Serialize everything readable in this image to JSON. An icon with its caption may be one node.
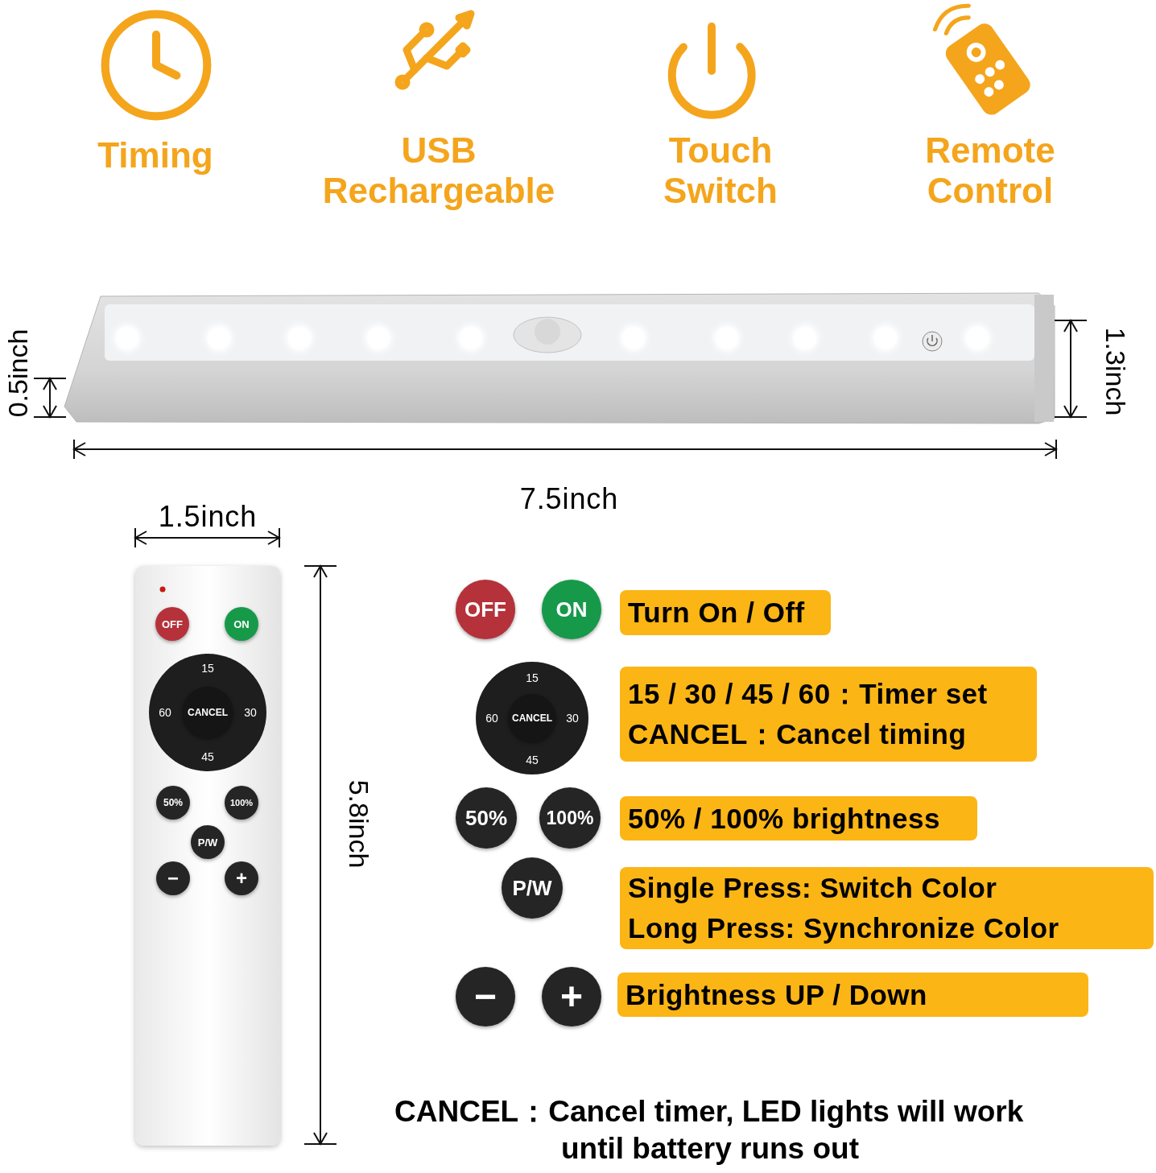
{
  "diagram": {
    "nodes": [
      {
        "text": [],
        "shape": "box"
      },
      {
        "text": [
          "OFF"
        ],
        "in": 0
      },
      {
        "text": [
          "ON"
        ],
        "in": 0
      },
      {
        "text": [
          "15",
          "60",
          "30",
          "45"
        ],
        "in": 0
      },
      {
        "text": [
          "CANCEL"
        ],
        "in": 3
      },
      {
        "text": [
          "50%"
        ],
        "in": 0
      },
      {
        "text": [
          "100%"
        ],
        "in": 0
      },
      {
        "text": [
          "P/W"
        ],
        "in": 0
      },
      {
        "text": [
          "−"
        ],
        "in": 0
      },
      {
        "text": [
          "+"
        ],
        "in": 0
      },
      {
        "text": [
          "OFF"
        ]
      },
      {
        "text": [
          "ON"
        ]
      },
      {
        "text": [
          "Turn On / Off"
        ]
      },
      {
        "text": [
          "15",
          "60",
          "30",
          "45"
        ]
      },
      {
        "text": [
          "CANCEL"
        ],
        "in": 13
      },
      {
        "text": [
          "15 / 30 / 45 / 60：Timer set",
          "CANCEL：Cancel timing"
        ]
      },
      {
        "text": [
          "50%"
        ]
      },
      {
        "text": [
          "100%"
        ]
      },
      {
        "text": [
          "50% / 100% brightness"
        ]
      },
      {
        "text": [
          "P/W"
        ]
      },
      {
        "text": [
          "Single Press: Switch Color",
          "Long Press: Synchronize Color"
        ]
      },
      {
        "text": [
          "−"
        ]
      },
      {
        "text": [
          "+"
        ]
      },
      {
        "text": [
          "Brightness UP / Down"
        ]
      }
    ],
    "labels": [
      "Timing",
      "USB Rechargeable",
      "Touch Switch",
      "Remote Control",
      "0.5inch",
      "1.3inch",
      "7.5inch",
      "1.5inch",
      "5.8inch",
      "CANCEL：Cancel timer, LED lights will work until battery runs out"
    ]
  }
}
